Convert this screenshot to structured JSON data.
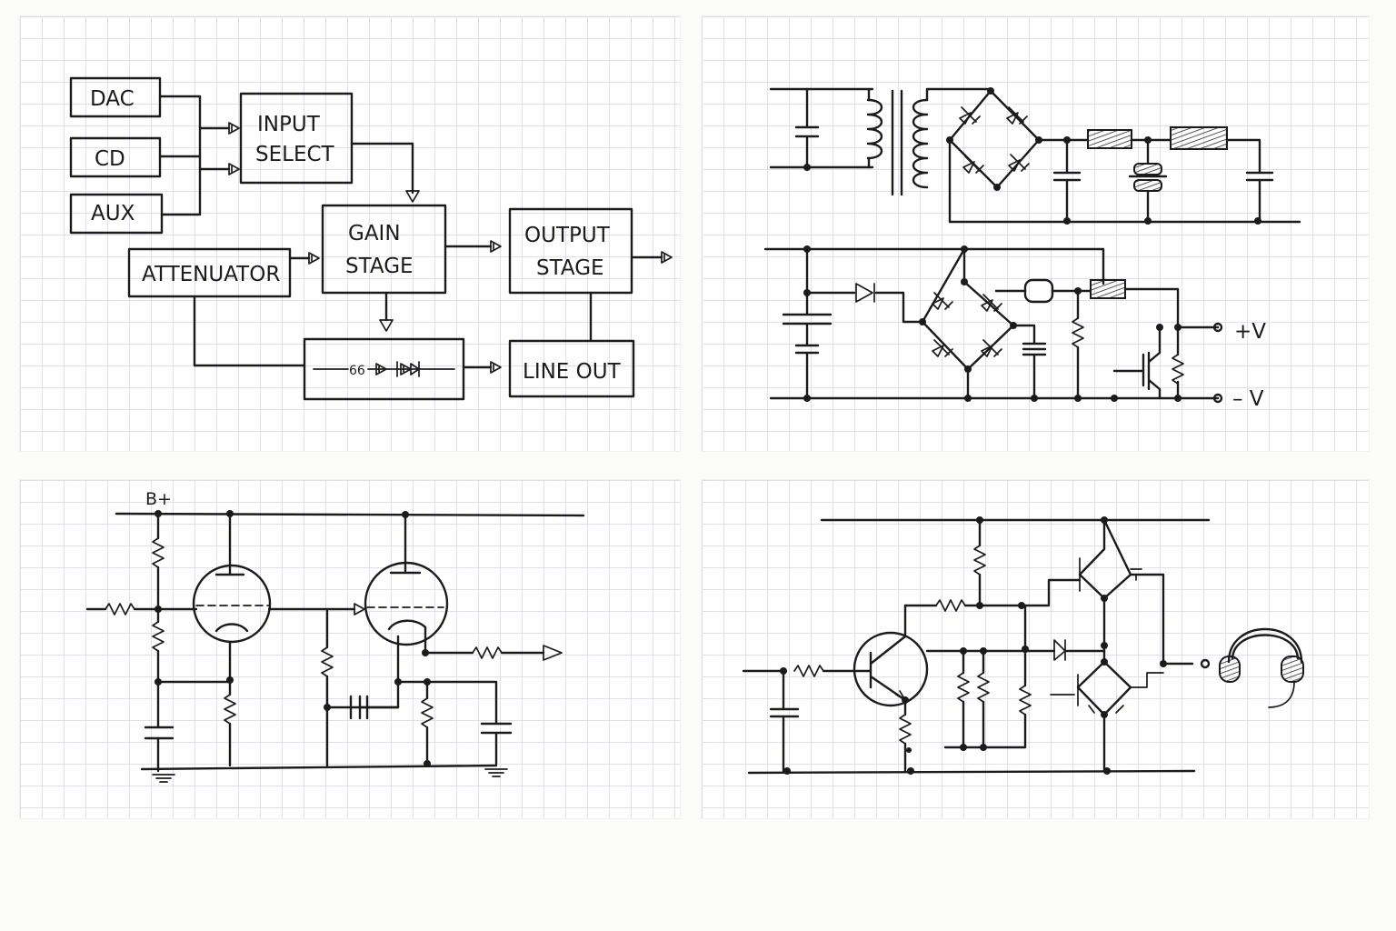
{
  "block_diagram": {
    "dac": "DAC",
    "cd": "CD",
    "aux": "AUX",
    "input_select_line1": "INPUT",
    "input_select_line2": "SELECT",
    "gain_line1": "GAIN",
    "gain_line2": "STAGE",
    "output_line1": "OUTPUT",
    "output_line2": "STAGE",
    "attenuator": "ATTENUATOR",
    "line_out": "LINE OUT",
    "filter_text": "66"
  },
  "regulated_supply": {
    "plus_v": "+V",
    "minus_v": "– V"
  },
  "tube_stage": {
    "b_plus": "B+"
  },
  "colors": {
    "ink": "#1b1b1b",
    "grid": "#dfe1e8",
    "paper": "#ffffff"
  }
}
